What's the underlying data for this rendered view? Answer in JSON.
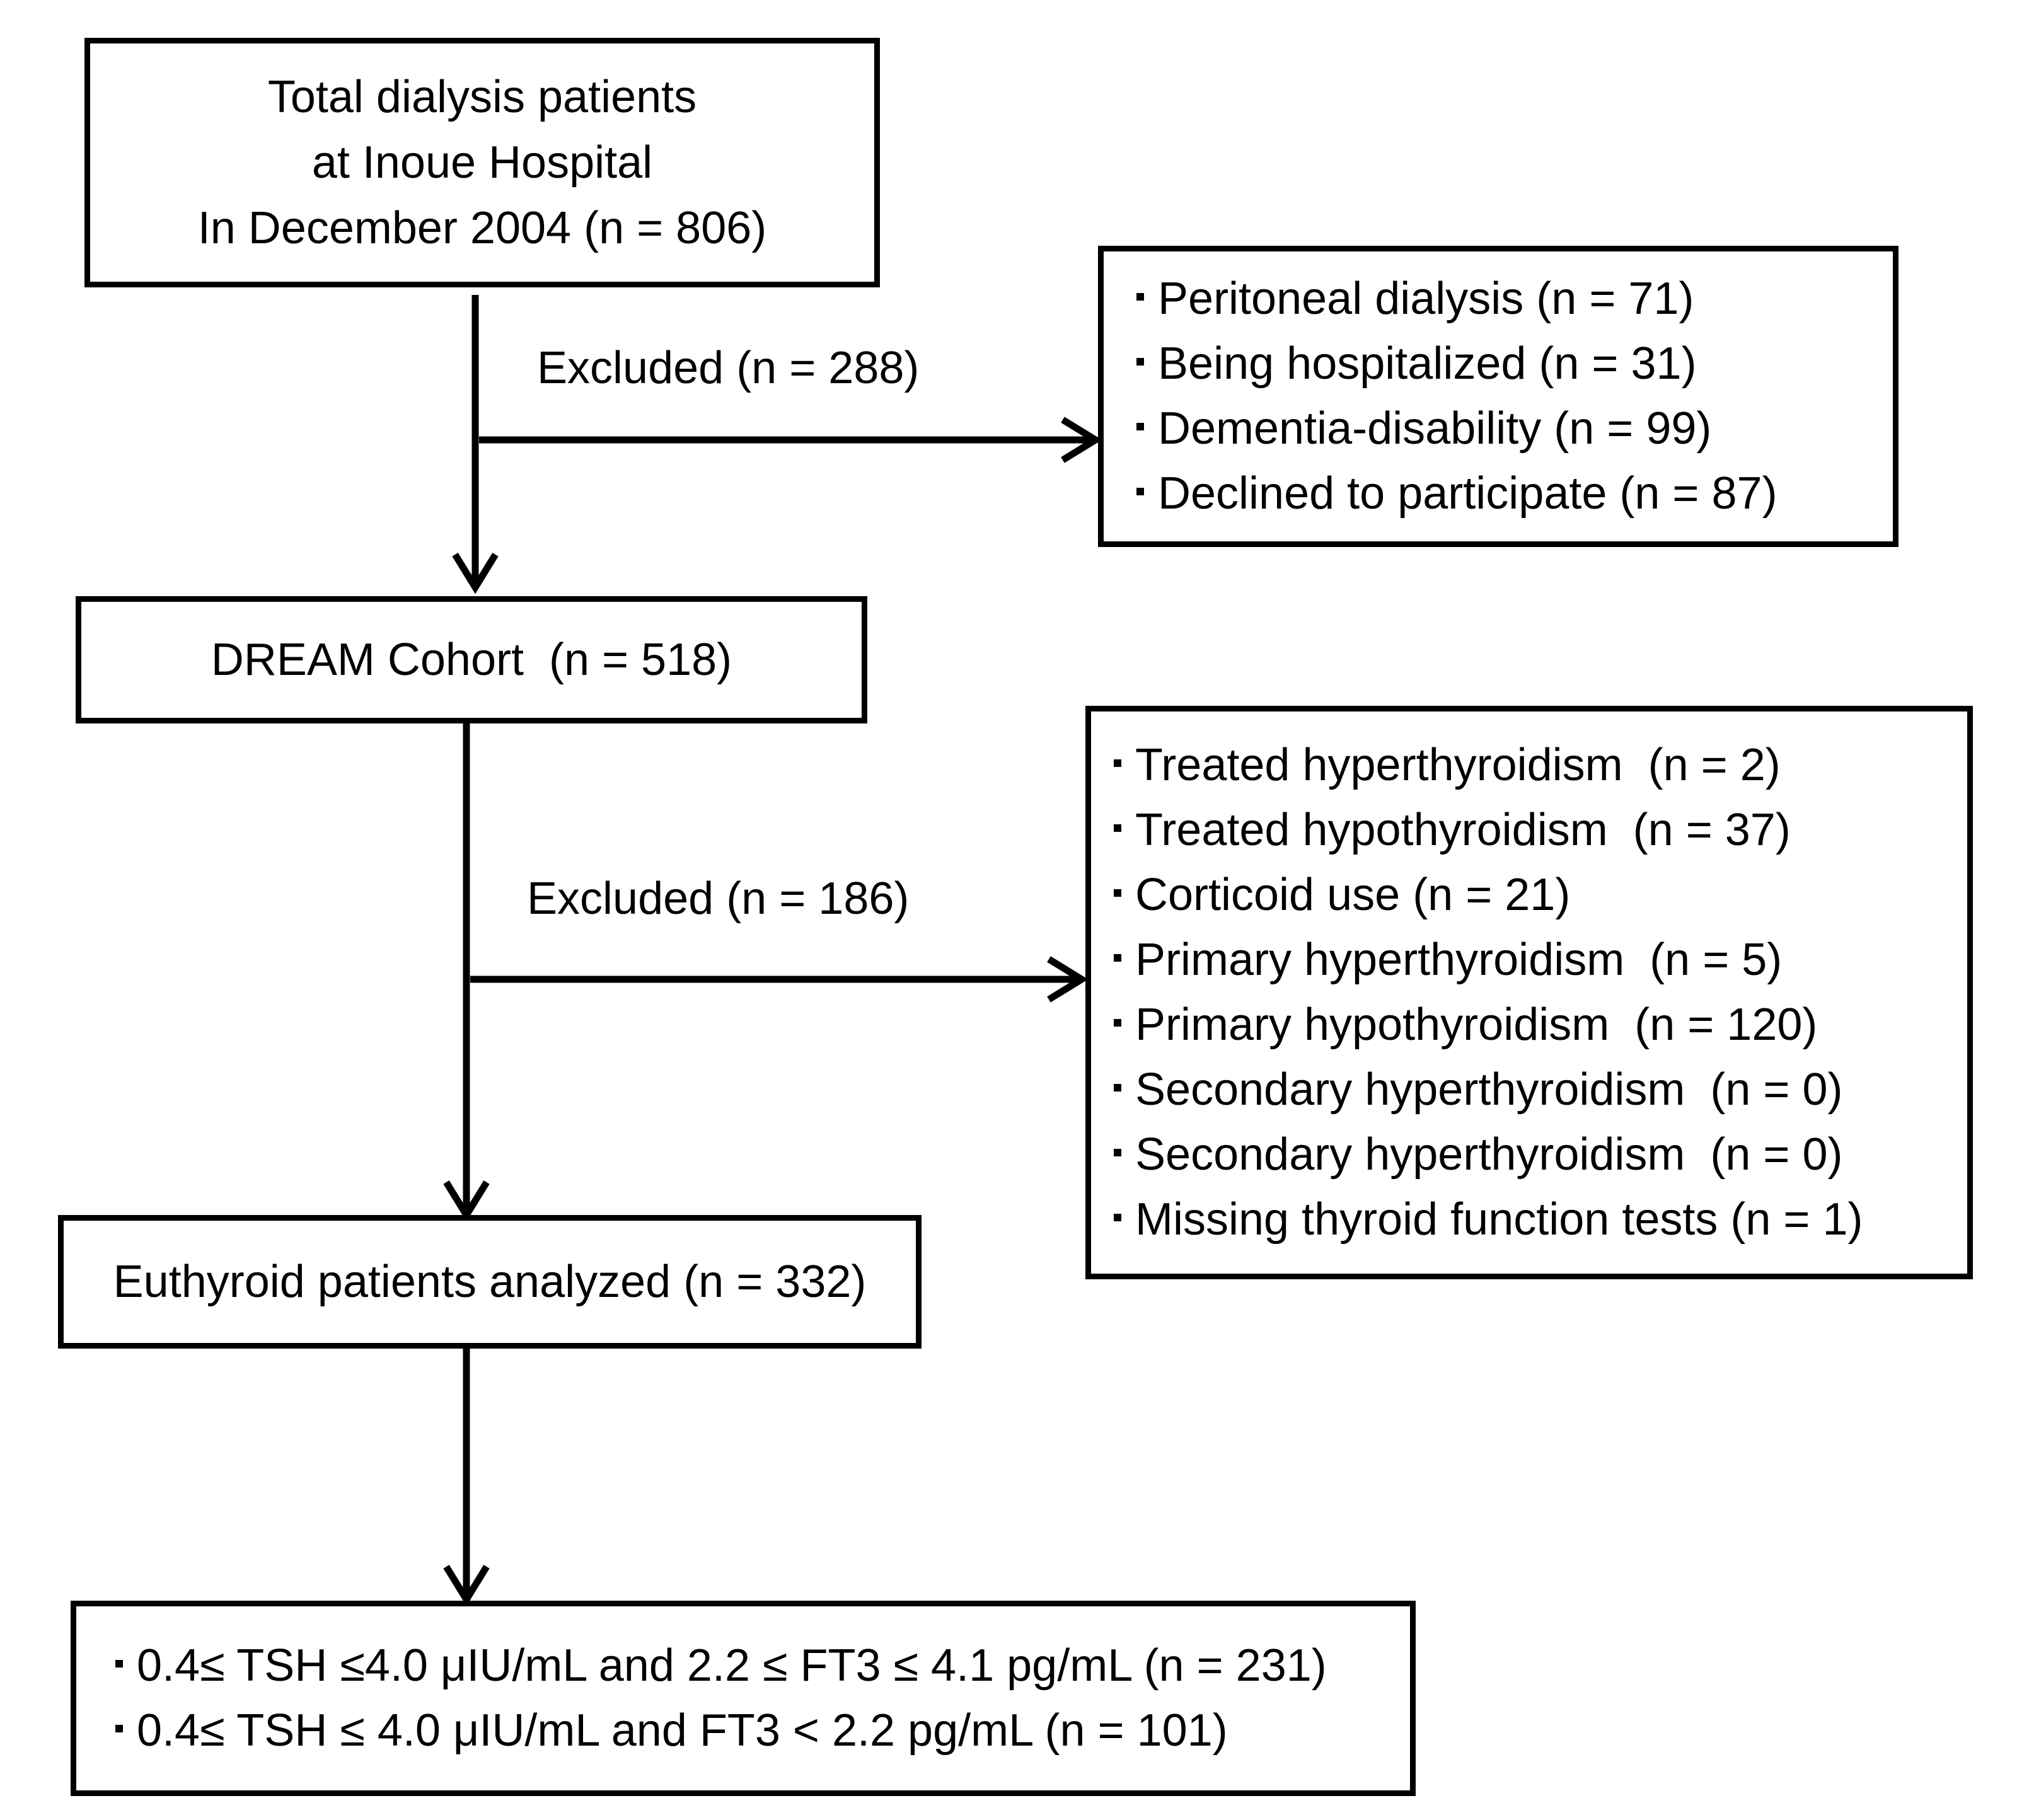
{
  "boxes": {
    "total": {
      "lines": [
        "Total dialysis patients",
        "at Inoue Hospital",
        "In December 2004 (n = 806)"
      ]
    },
    "exclusion1": {
      "items": [
        "Peritoneal dialysis (n = 71)",
        "Being hospitalized (n = 31)",
        "Dementia-disability (n = 99)",
        "Declined to participate (n = 87)"
      ]
    },
    "dream": {
      "text": "DREAM Cohort  (n = 518)"
    },
    "exclusion2": {
      "items": [
        "Treated hyperthyroidism  (n = 2)",
        "Treated hypothyroidism  (n = 37)",
        "Corticoid use (n = 21)",
        "Primary hyperthyroidism  (n = 5)",
        "Primary hypothyroidism  (n = 120)",
        "Secondary hyperthyroidism  (n = 0)",
        "Secondary hyperthyroidism  (n = 0)",
        "Missing thyroid function tests (n = 1)"
      ]
    },
    "euthyroid": {
      "text": "Euthyroid patients analyzed (n = 332)"
    },
    "groups": {
      "items": [
        "0.4≤ TSH ≤4.0 μIU/mL and 2.2 ≤ FT3 ≤ 4.1 pg/mL (n = 231)",
        "0.4≤ TSH ≤ 4.0 μIU/mL and FT3 < 2.2 pg/mL (n = 101)"
      ]
    }
  },
  "labels": {
    "excluded1": "Excluded (n = 288)",
    "excluded2": "Excluded (n = 186)"
  }
}
